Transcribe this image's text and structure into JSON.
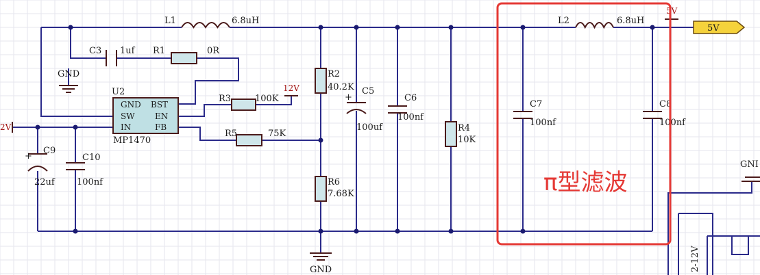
{
  "components": {
    "L1": {
      "ref": "L1",
      "value": "6.8uH"
    },
    "L2": {
      "ref": "L2",
      "value": "6.8uH"
    },
    "C3": {
      "ref": "C3",
      "value": "1uf"
    },
    "R1": {
      "ref": "R1",
      "value": "0R"
    },
    "R2": {
      "ref": "R2",
      "value": "40.2K"
    },
    "R3": {
      "ref": "R3",
      "value": "100K"
    },
    "R4": {
      "ref": "R4",
      "value": "10K"
    },
    "R5": {
      "ref": "R5",
      "value": "75K"
    },
    "R6": {
      "ref": "R6",
      "value": "7.68K"
    },
    "C5": {
      "ref": "C5",
      "value": "100uf"
    },
    "C6": {
      "ref": "C6",
      "value": "100nf"
    },
    "C7": {
      "ref": "C7",
      "value": "100nf"
    },
    "C8": {
      "ref": "C8",
      "value": "100nf"
    },
    "C9": {
      "ref": "C9",
      "value": "22uf"
    },
    "C10": {
      "ref": "C10",
      "value": "100nf"
    },
    "U2": {
      "ref": "U2",
      "part": "MP1470",
      "pins": [
        "GND",
        "SW",
        "IN",
        "BST",
        "EN",
        "FB"
      ]
    }
  },
  "power_labels": {
    "gnd_top": "GND",
    "gnd_bottom": "GND",
    "gnd_right": "GNI",
    "v12_net": "12V",
    "v12_left": "2V",
    "v5_top": "5V",
    "v5_port": "5V",
    "side_label": "2-12V"
  },
  "highlight": {
    "label": "π型滤波",
    "color": "#e53935"
  },
  "colors": {
    "wire": "#2a2a8a",
    "component": "#4a1a1a",
    "port_fill": "#f5d23c"
  }
}
